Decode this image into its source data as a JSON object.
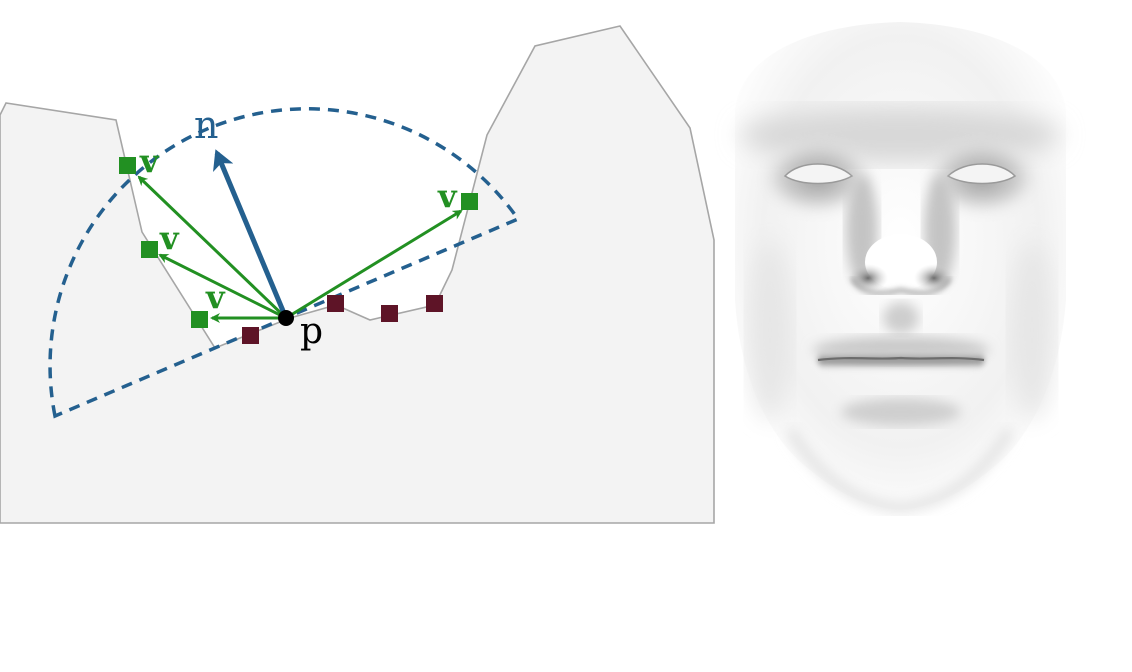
{
  "labels": {
    "normal": "n",
    "point": "p",
    "sample": "v"
  },
  "colors": {
    "terrain_fill": "#f3f3f3",
    "terrain_stroke": "#a6a6a6",
    "hemisphere": "#24608f",
    "normal_arrow": "#24608f",
    "visible": "#229022",
    "occluded": "#5e1427",
    "point": "#000000"
  },
  "samples": {
    "visible_count": 4,
    "occluded_count": 4
  },
  "face_render": {
    "description_icon": "ambient-occlusion-face-icon"
  }
}
